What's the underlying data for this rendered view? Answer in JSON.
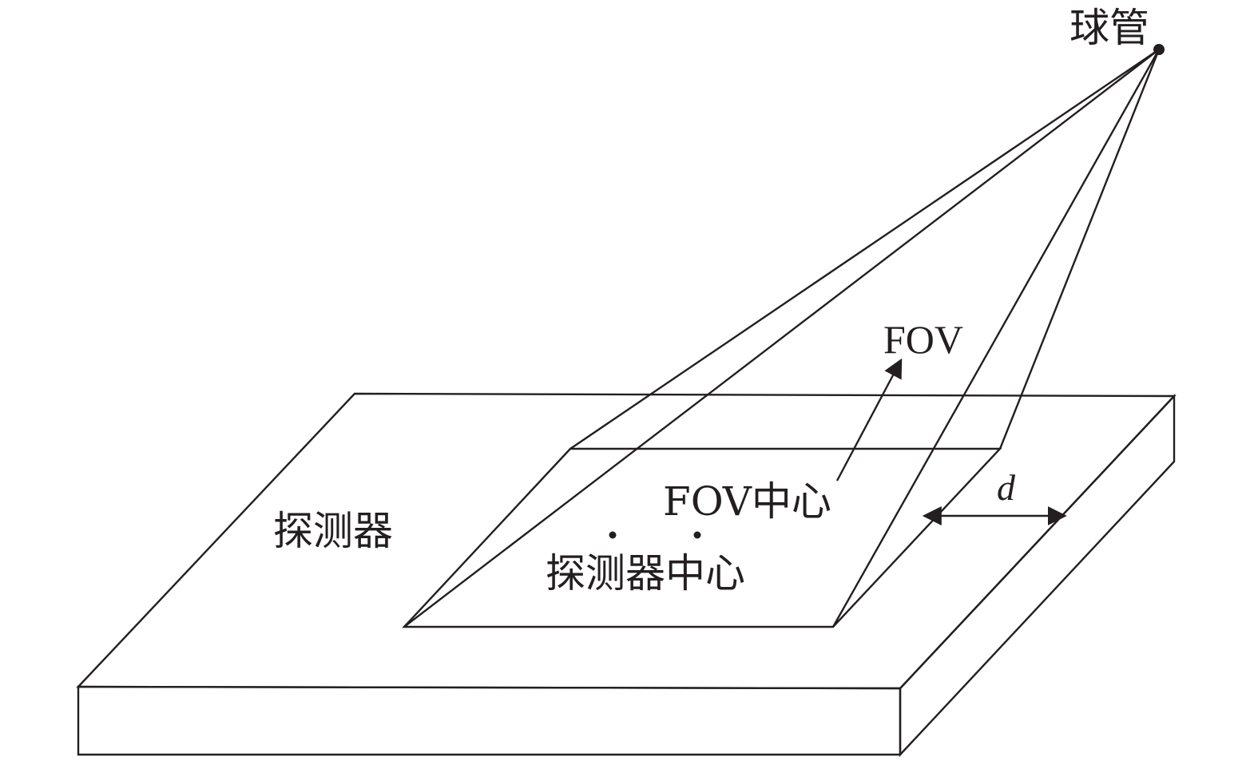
{
  "labels": {
    "tube": "球管",
    "fov": "FOV",
    "fov_center": "FOV中心",
    "detector": "探测器",
    "detector_center": "探测器中心",
    "distance": "d"
  },
  "colors": {
    "line": "#231f20",
    "background": "#ffffff"
  }
}
